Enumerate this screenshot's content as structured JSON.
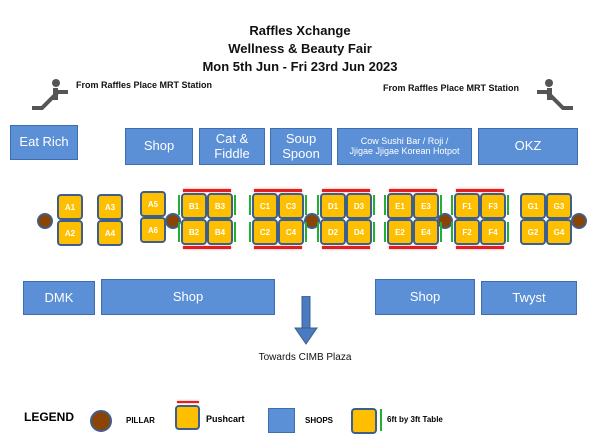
{
  "title": {
    "line1": "Raffles Xchange",
    "line2": "Wellness & Beauty Fair",
    "line3": "Mon 5th Jun - Fri 23rd Jun 2023"
  },
  "entrances": {
    "left": "From Raffles Place MRT Station",
    "right": "From Raffles Place MRT Station"
  },
  "top_shops": [
    "Eat Rich",
    "Shop",
    "Cat & Fiddle",
    "Soup Spoon",
    "Cow Sushi Bar / Roji / Jjigae Jjigae Korean Hotpot",
    "OKZ"
  ],
  "bottom_shops": [
    "DMK",
    "Shop",
    "Shop",
    "Twyst"
  ],
  "stalls": {
    "A1": "A1",
    "A2": "A2",
    "A3": "A3",
    "A4": "A4",
    "A5": "A5",
    "A6": "A6",
    "B1": "B1",
    "B2": "B2",
    "B3": "B3",
    "B4": "B4",
    "C1": "C1",
    "C2": "C2",
    "C3": "C3",
    "C4": "C4",
    "D1": "D1",
    "D2": "D2",
    "D3": "D3",
    "D4": "D4",
    "E1": "E1",
    "E2": "E2",
    "E3": "E3",
    "E4": "E4",
    "F1": "F1",
    "F2": "F2",
    "F3": "F3",
    "F4": "F4",
    "G1": "G1",
    "G2": "G2",
    "G3": "G3",
    "G4": "G4"
  },
  "direction": "Towards CIMB Plaza",
  "legend": {
    "title": "LEGEND",
    "pillar": "PILLAR",
    "pushcart": "Pushcart",
    "shops": "SHOPS",
    "table": "6ft by 3ft Table"
  },
  "colors": {
    "stall": "#fdbf00",
    "shop": "#5b8fd6",
    "pillar": "#8b4404",
    "pushcart_line": "#e02020",
    "table_line": "#22b033"
  }
}
